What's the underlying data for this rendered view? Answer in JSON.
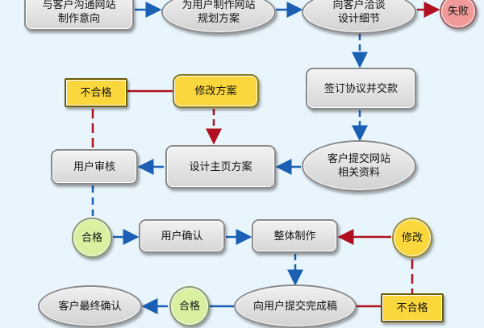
{
  "colors": {
    "background": "#e8f5fc",
    "flow_arrow": "#1a5fb4",
    "reject_arrow": "#b01020",
    "pass": "#d8f0a0",
    "revise": "#fad73c",
    "fail": "#f29a9a"
  },
  "nodes": {
    "n1": "与客户沟通网站\n制作意向",
    "n2": "为用户制作网站\n规划方案",
    "n3": "向客户洽谈\n设计细节",
    "fail": "失败",
    "sign": "签订协议并交款",
    "submit": "客户提交网站\n相关资料",
    "design": "设计主页方案",
    "review": "用户审核",
    "reject1": "不合格",
    "revise_plan": "修改方案",
    "pass1": "合格",
    "confirm": "用户确认",
    "build": "整体制作",
    "revise": "修改",
    "final": "客户最终确认",
    "pass2": "合格",
    "deliver": "向用户提交完成稿",
    "reject2": "不合格"
  }
}
